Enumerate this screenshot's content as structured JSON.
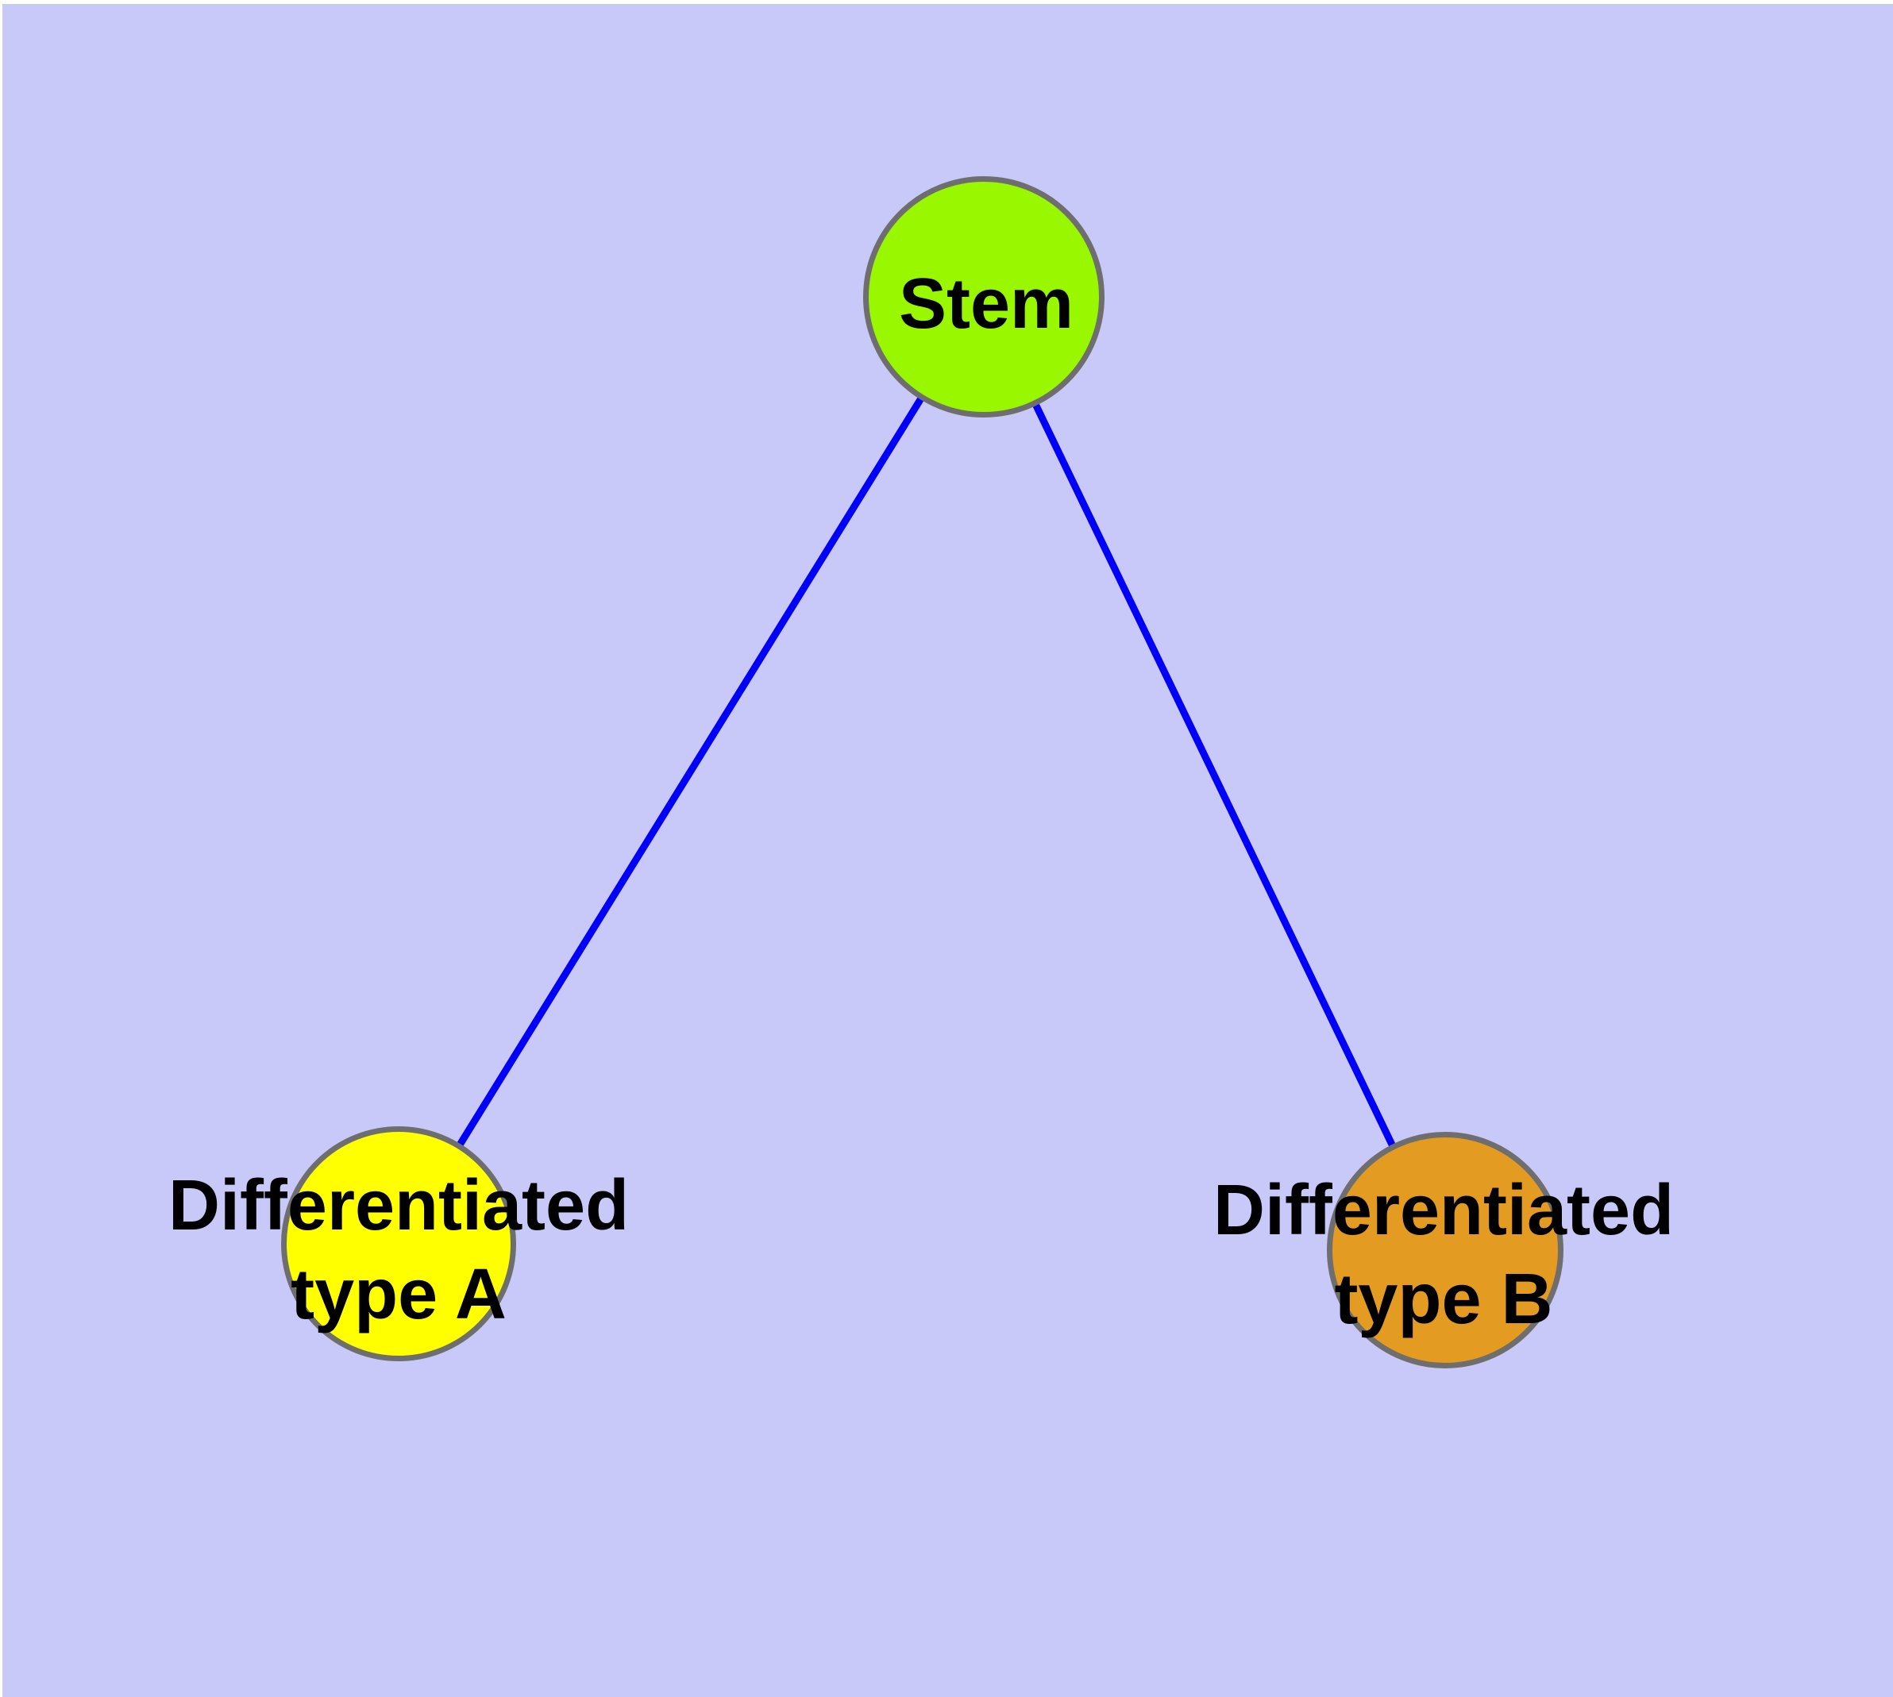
{
  "page": {
    "background": "#C9C9F9",
    "margin_color": "#FFFFFF"
  },
  "graph": {
    "nodes": [
      {
        "id": "stem",
        "label": "Stem",
        "fill": "#99F700",
        "border_color": "#6E6E6E",
        "text_color": "#000000"
      },
      {
        "id": "differentiated-type-a",
        "label": "Differentiated\ntype A",
        "fill": "#FFFF00",
        "border_color": "#6E6E6E",
        "text_color": "#000000"
      },
      {
        "id": "differentiated-type-b",
        "label": "Differentiated\ntype B",
        "fill": "#E49B22",
        "border_color": "#6E6E6E",
        "text_color": "#000000"
      }
    ],
    "edges": [
      {
        "id": "stem-to-type-a",
        "from": "stem",
        "to": "differentiated-type-a",
        "color": "#0000FA",
        "width": 9
      },
      {
        "id": "stem-to-type-b",
        "from": "stem",
        "to": "differentiated-type-b",
        "color": "#0000FA",
        "width": 9
      }
    ]
  }
}
